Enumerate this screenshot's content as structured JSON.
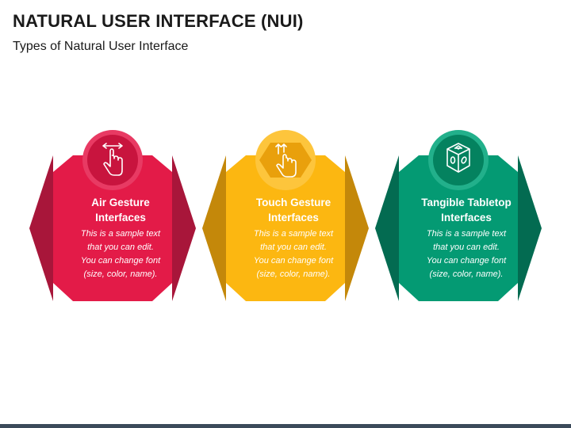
{
  "slide": {
    "title": "NATURAL USER INTERFACE (NUI)",
    "subtitle": "Types of Natural User Interface"
  },
  "cards": [
    {
      "heading": "Air Gesture\nInterfaces",
      "body": "This is a sample text\nthat you can edit.\nYou can change font\n(size, color, name).",
      "icon": "air-gesture-hand-icon",
      "colors": {
        "main": "#e31b48",
        "side": "#a8163a",
        "circle": "#c8143e",
        "circle_ring": "#e83a63"
      }
    },
    {
      "heading": "Touch Gesture\nInterfaces",
      "body": "This is a sample text\nthat you can edit.\nYou can change font\n(size, color, name).",
      "icon": "touch-gesture-hand-icon",
      "colors": {
        "main": "#fcb711",
        "side": "#c4880a",
        "circle": "#e9a00c",
        "circle_ring": "#fdc53c"
      }
    },
    {
      "heading": "Tangible Tabletop\nInterfaces",
      "body": "This is a sample text\nthat you can edit.\nYou can change font\n(size, color, name).",
      "icon": "dice-cube-icon",
      "colors": {
        "main": "#049a73",
        "side": "#036b51",
        "circle": "#04825f",
        "circle_ring": "#22b08b"
      }
    }
  ]
}
